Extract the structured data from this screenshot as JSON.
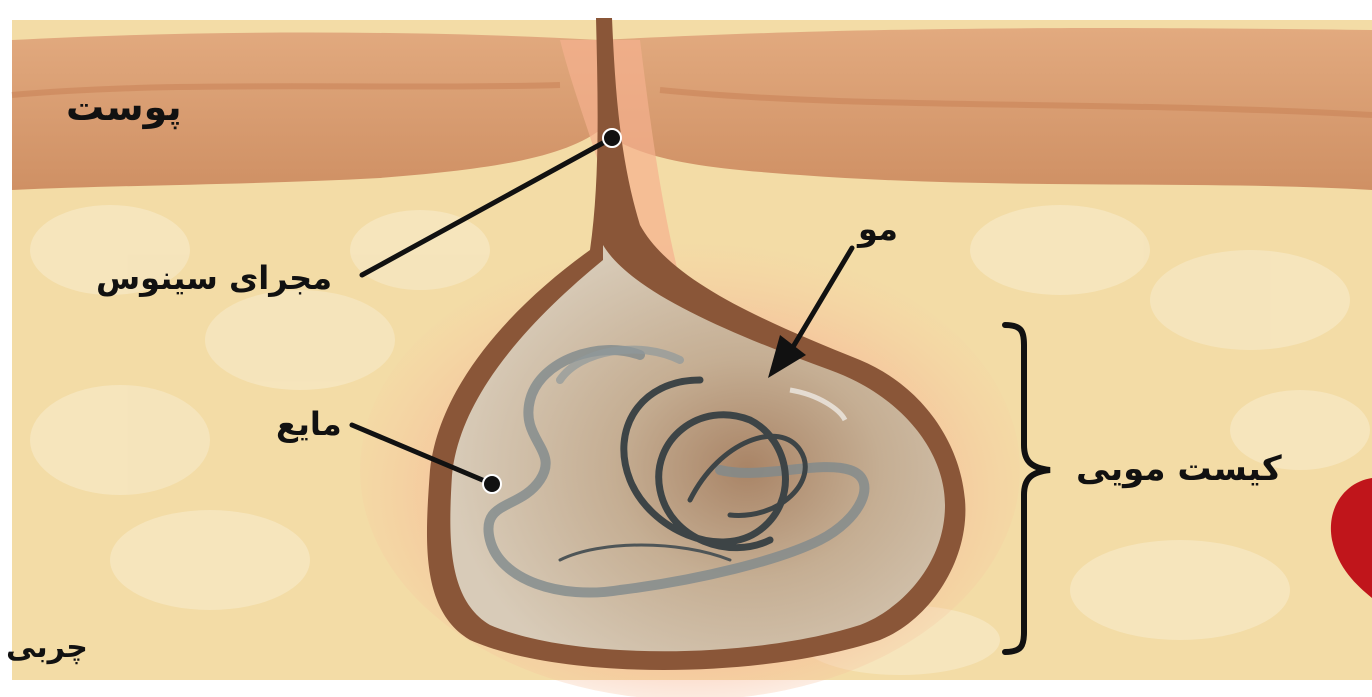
{
  "labels": {
    "skin": "پوست",
    "sinus_tract": "مجرای سینوس",
    "hair": "مو",
    "fluid": "مایع",
    "pilonidal_cyst": "کیست مویی",
    "fat": "چربی"
  },
  "colors": {
    "skin_layer": "#d9a377",
    "fat_layer": "#f3dca6",
    "cyst_wall": "#8a5638",
    "cyst_fill": "#cdbba3",
    "inflammation": "#f08c6e",
    "hair_dark": "#3d4446",
    "hair_light": "#7f8a8c",
    "accent_red": "#c0151b"
  }
}
